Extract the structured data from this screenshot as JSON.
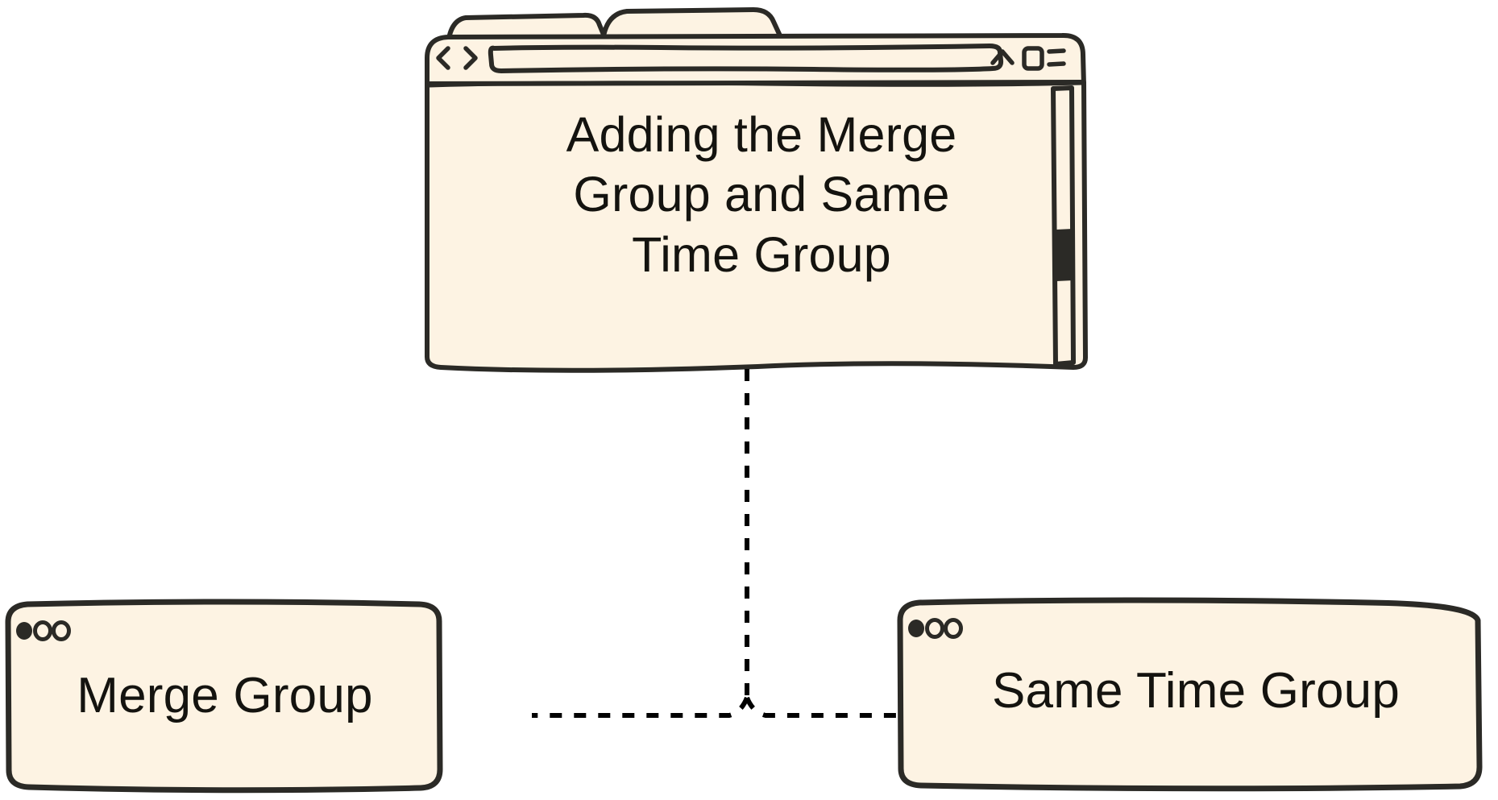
{
  "document": {
    "type": "mind-map-diagram",
    "background_color": "#ffffff"
  },
  "theme": {
    "card_fill": "#fdf3e3",
    "card_fill_alt": "#fcf1e1",
    "stroke_color": "#2b2a26",
    "text_color": "#14130f",
    "connector_color": "#000000",
    "connector_style": "dashed"
  },
  "root_node": {
    "kind": "browser-window",
    "title": "Adding the Merge\nGroup and Same\nTime Group",
    "title_lines": [
      "Adding the Merge",
      "Group and Same",
      "Time Group"
    ],
    "tabs": [
      {
        "label": "",
        "active": false,
        "name": "browser-tab-1"
      },
      {
        "label": "",
        "active": true,
        "name": "browser-tab-2"
      }
    ],
    "toolbar": {
      "back_icon": "chevron-left-icon",
      "forward_icon": "chevron-right-icon",
      "address_bar_value": "",
      "address_bar_placeholder": "",
      "actions": [
        {
          "icon": "chevron-up-icon",
          "name": "share-up-icon"
        },
        {
          "icon": "square-icon",
          "name": "tabs-overview-icon"
        },
        {
          "icon": "list-lines-icon",
          "name": "reading-list-icon"
        }
      ]
    },
    "scrollbar": {
      "orientation": "vertical",
      "thumb_position": "lower",
      "visible": true
    }
  },
  "child_nodes": [
    {
      "kind": "window-card",
      "title": "Merge Group",
      "name": "merge-group-node",
      "traffic_lights": [
        "filled",
        "hollow",
        "hollow"
      ],
      "position": "bottom-left"
    },
    {
      "kind": "window-card",
      "title": "Same Time Group",
      "name": "same-time-group-node",
      "traffic_lights": [
        "filled",
        "hollow",
        "hollow"
      ],
      "position": "bottom-right"
    }
  ],
  "connectors": [
    {
      "name": "connector-root-to-junction",
      "from": "root_node",
      "to": "junction",
      "style": "dashed",
      "orientation": "vertical"
    },
    {
      "name": "connector-junction-to-merge-group",
      "from": "junction",
      "to": "merge-group-node",
      "style": "dashed",
      "orientation": "horizontal"
    },
    {
      "name": "connector-junction-to-same-time-group",
      "from": "junction",
      "to": "same-time-group-node",
      "style": "dashed",
      "orientation": "horizontal"
    }
  ]
}
